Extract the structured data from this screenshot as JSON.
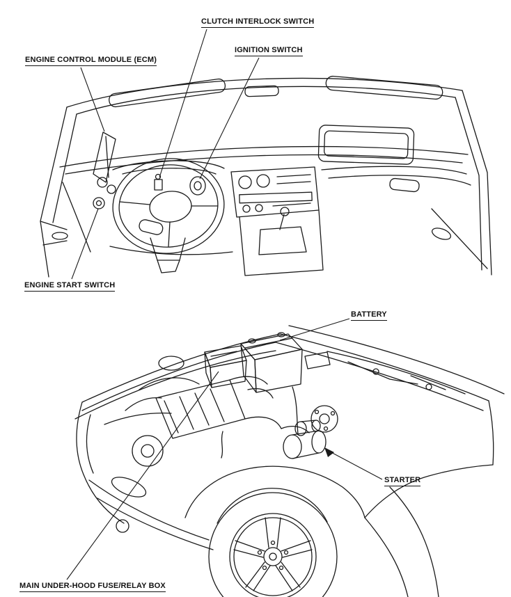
{
  "colors": {
    "ink": "#1a1a1a",
    "paper": "#ffffff"
  },
  "callouts": {
    "clutch_interlock_switch": "CLUTCH INTERLOCK SWITCH",
    "engine_control_module": "ENGINE CONTROL MODULE (ECM)",
    "ignition_switch": "IGNITION SWITCH",
    "engine_start_switch": "ENGINE START SWITCH",
    "battery": "BATTERY",
    "starter": "STARTER",
    "main_under_hood_fuse_relay_box": "MAIN UNDER-HOOD FUSE/RELAY BOX"
  }
}
